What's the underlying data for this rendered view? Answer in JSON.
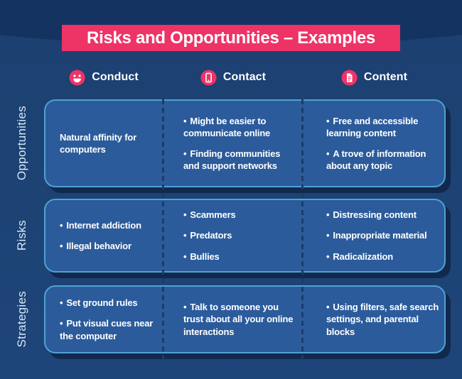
{
  "title": "Risks and Opportunities – Examples",
  "bullet_char": "•",
  "columns": [
    {
      "label": "Conduct",
      "icon": "smiley-face-icon"
    },
    {
      "label": "Contact",
      "icon": "mobile-phone-icon"
    },
    {
      "label": "Content",
      "icon": "document-icon"
    }
  ],
  "rows": [
    {
      "label": "Opportunities",
      "cells": [
        {
          "bulleted": false,
          "items": [
            "Natural affinity for computers"
          ]
        },
        {
          "bulleted": true,
          "items": [
            "Might be easier to communicate online",
            "Finding communities and support networks"
          ]
        },
        {
          "bulleted": true,
          "items": [
            "Free and accessible learning content",
            "A trove of information about any topic"
          ]
        }
      ]
    },
    {
      "label": "Risks",
      "cells": [
        {
          "bulleted": true,
          "items": [
            "Internet addiction",
            "Illegal behavior"
          ]
        },
        {
          "bulleted": true,
          "items": [
            "Scammers",
            "Predators",
            "Bullies"
          ]
        },
        {
          "bulleted": true,
          "items": [
            "Distressing content",
            "Inappropriate material",
            "Radicalization"
          ]
        }
      ]
    },
    {
      "label": "Strategies",
      "cells": [
        {
          "bulleted": true,
          "items": [
            "Set ground rules",
            "Put visual cues near the computer"
          ]
        },
        {
          "bulleted": true,
          "items": [
            "Talk to someone you trust about all your online interactions"
          ]
        },
        {
          "bulleted": true,
          "items": [
            "Using filters, safe search settings, and parental blocks"
          ]
        }
      ]
    }
  ],
  "colors": {
    "accent_pink": "#EE3366",
    "background_top": "#143360",
    "background_bottom": "#1D4375",
    "panel_fill": "#2B5B9B",
    "panel_border": "#4FA2D3",
    "panel_shadow": "#12294E",
    "divider_dash": "#1A3C6B",
    "row_label_text": "#D8E7F6",
    "body_text": "#FFFFFF"
  }
}
